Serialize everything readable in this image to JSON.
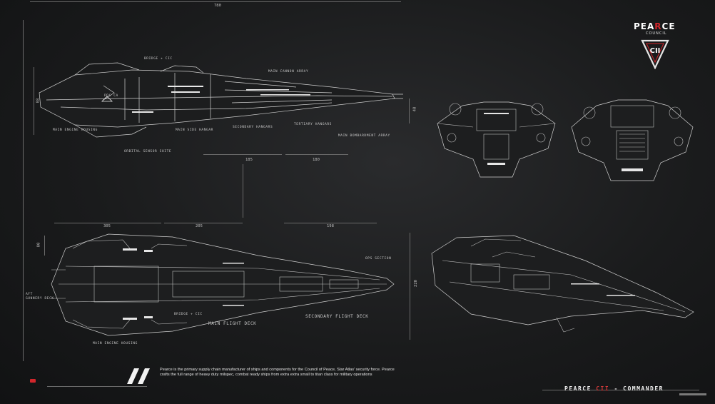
{
  "brand": {
    "word_a": "PEA",
    "word_r": "R",
    "word_b": "CE",
    "sub": "COUNCIL",
    "emblem": "CII",
    "accent_color": "#d2262b"
  },
  "dimensions": {
    "top_width": "780",
    "side_height": "88",
    "side_right": "48",
    "mid_a": "185",
    "mid_b": "180",
    "bottom_a": "305",
    "bottom_b": "205",
    "bottom_c": "198",
    "bottom_left": "80",
    "bottom_right": "220"
  },
  "labels": {
    "bridge_cic_top": "BRIDGE + CIC",
    "main_cannon": "MAIN CANNON ARRAY",
    "pdc_ca": "PDC CA",
    "main_engine_top": "MAIN ENGINE HOUSING",
    "main_side_hangar": "MAIN SIDE HANGAR",
    "secondary_hangars": "SECONDARY HANGARS",
    "tertiary_hangars": "TERTIARY HANGARS",
    "main_bombardment": "MAIN BOMBARDMENT ARRAY",
    "orbital_sensor": "ORBITAL SENSOR SUITE",
    "ops_section": "OPS SECTION",
    "aft_gunnery_1": "AFT",
    "aft_gunnery_2": "GUNNERY DECK",
    "main_flight_deck": "MAIN FLIGHT DECK",
    "secondary_flight_deck": "SECONDARY FLIGHT DECK",
    "bridge_cic_bottom": "BRIDGE + CIC",
    "main_engine_bottom": "MAIN ENGINE HOUSING"
  },
  "description": "Pearce is the primary supply chain manufacturer of ships and components for the Council of Peace, Star Atlas' security force. Pearce crafts the full range of heavy duty milspec, combat ready ships from extra extra small to titan class for military operations",
  "footer": {
    "prefix": "PEARCE",
    "class": "CII",
    "suffix": "- COMMANDER"
  }
}
